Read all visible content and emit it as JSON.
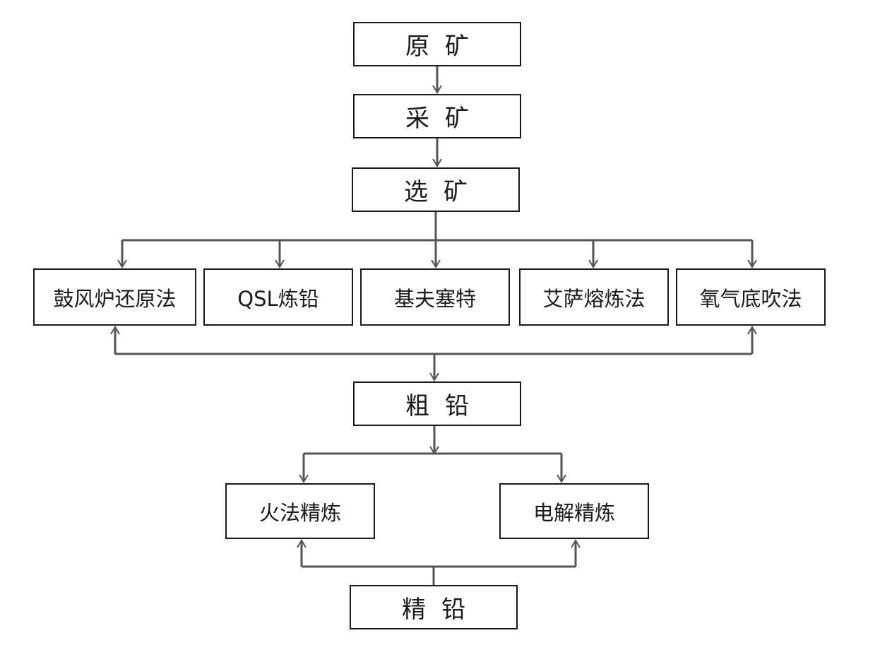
{
  "diagram": {
    "raw_ore": "原矿",
    "mining": "采矿",
    "beneficiation": "选矿",
    "methods": [
      "鼓风炉还原法",
      "QSL炼铅",
      "基夫塞特",
      "艾萨熔炼法",
      "氧气底吹法"
    ],
    "crude_lead": "粗铅",
    "refining": [
      "火法精炼",
      "电解精炼"
    ],
    "refined_lead": "精铅",
    "line_color": "#555555",
    "box_border_color": "#1a1a1a"
  }
}
